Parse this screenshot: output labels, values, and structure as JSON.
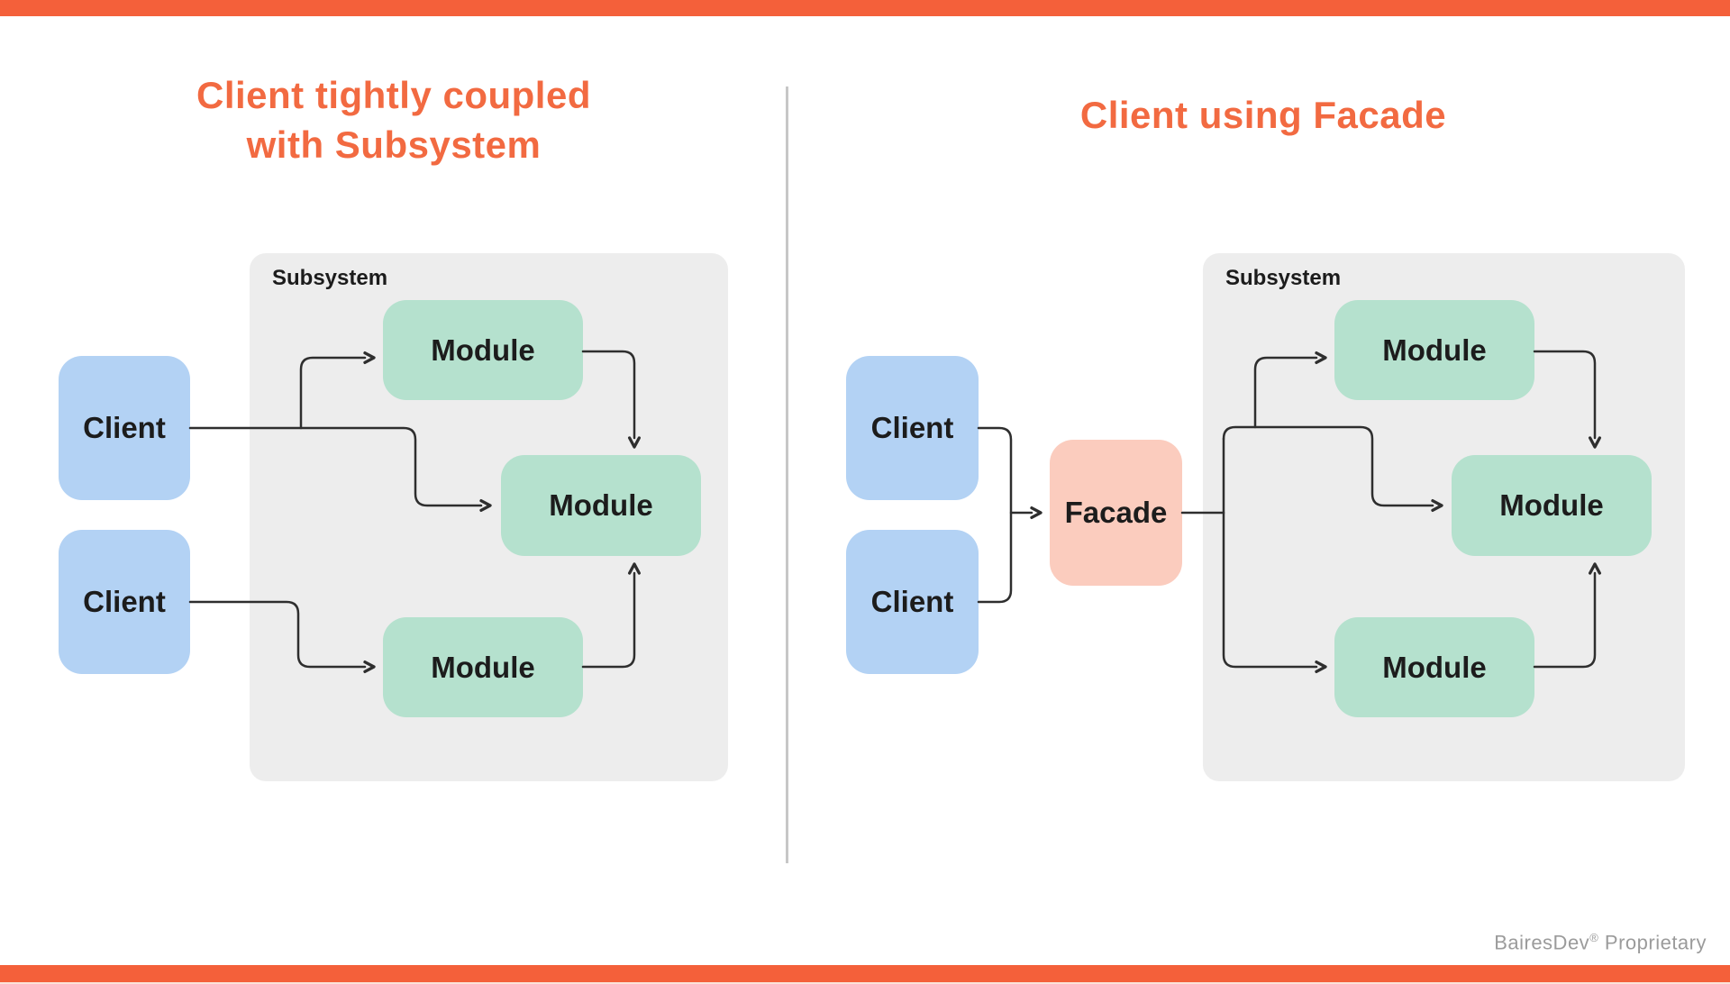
{
  "colors": {
    "bar_accent": "#F4603A",
    "title_accent": "#F26A41",
    "client_fill": "#B3D2F4",
    "module_fill": "#B5E1CE",
    "facade_fill": "#FBCCBE",
    "subsystem_fill": "#EDEDED",
    "connector": "#2E2E2E",
    "divider": "#C7C7C7",
    "footer_text": "#9B9B9B",
    "label_text": "#1C1C1C"
  },
  "left": {
    "title_line1": "Client tightly coupled",
    "title_line2": "with Subsystem",
    "subsystem_label": "Subsystem",
    "client1": "Client",
    "client2": "Client",
    "module_top": "Module",
    "module_mid": "Module",
    "module_bottom": "Module"
  },
  "right": {
    "title": "Client using Facade",
    "subsystem_label": "Subsystem",
    "client1": "Client",
    "client2": "Client",
    "facade": "Facade",
    "module_top": "Module",
    "module_mid": "Module",
    "module_bottom": "Module"
  },
  "footer": {
    "brand": "BairesDev",
    "reg": "®",
    "rest": " Proprietary"
  }
}
